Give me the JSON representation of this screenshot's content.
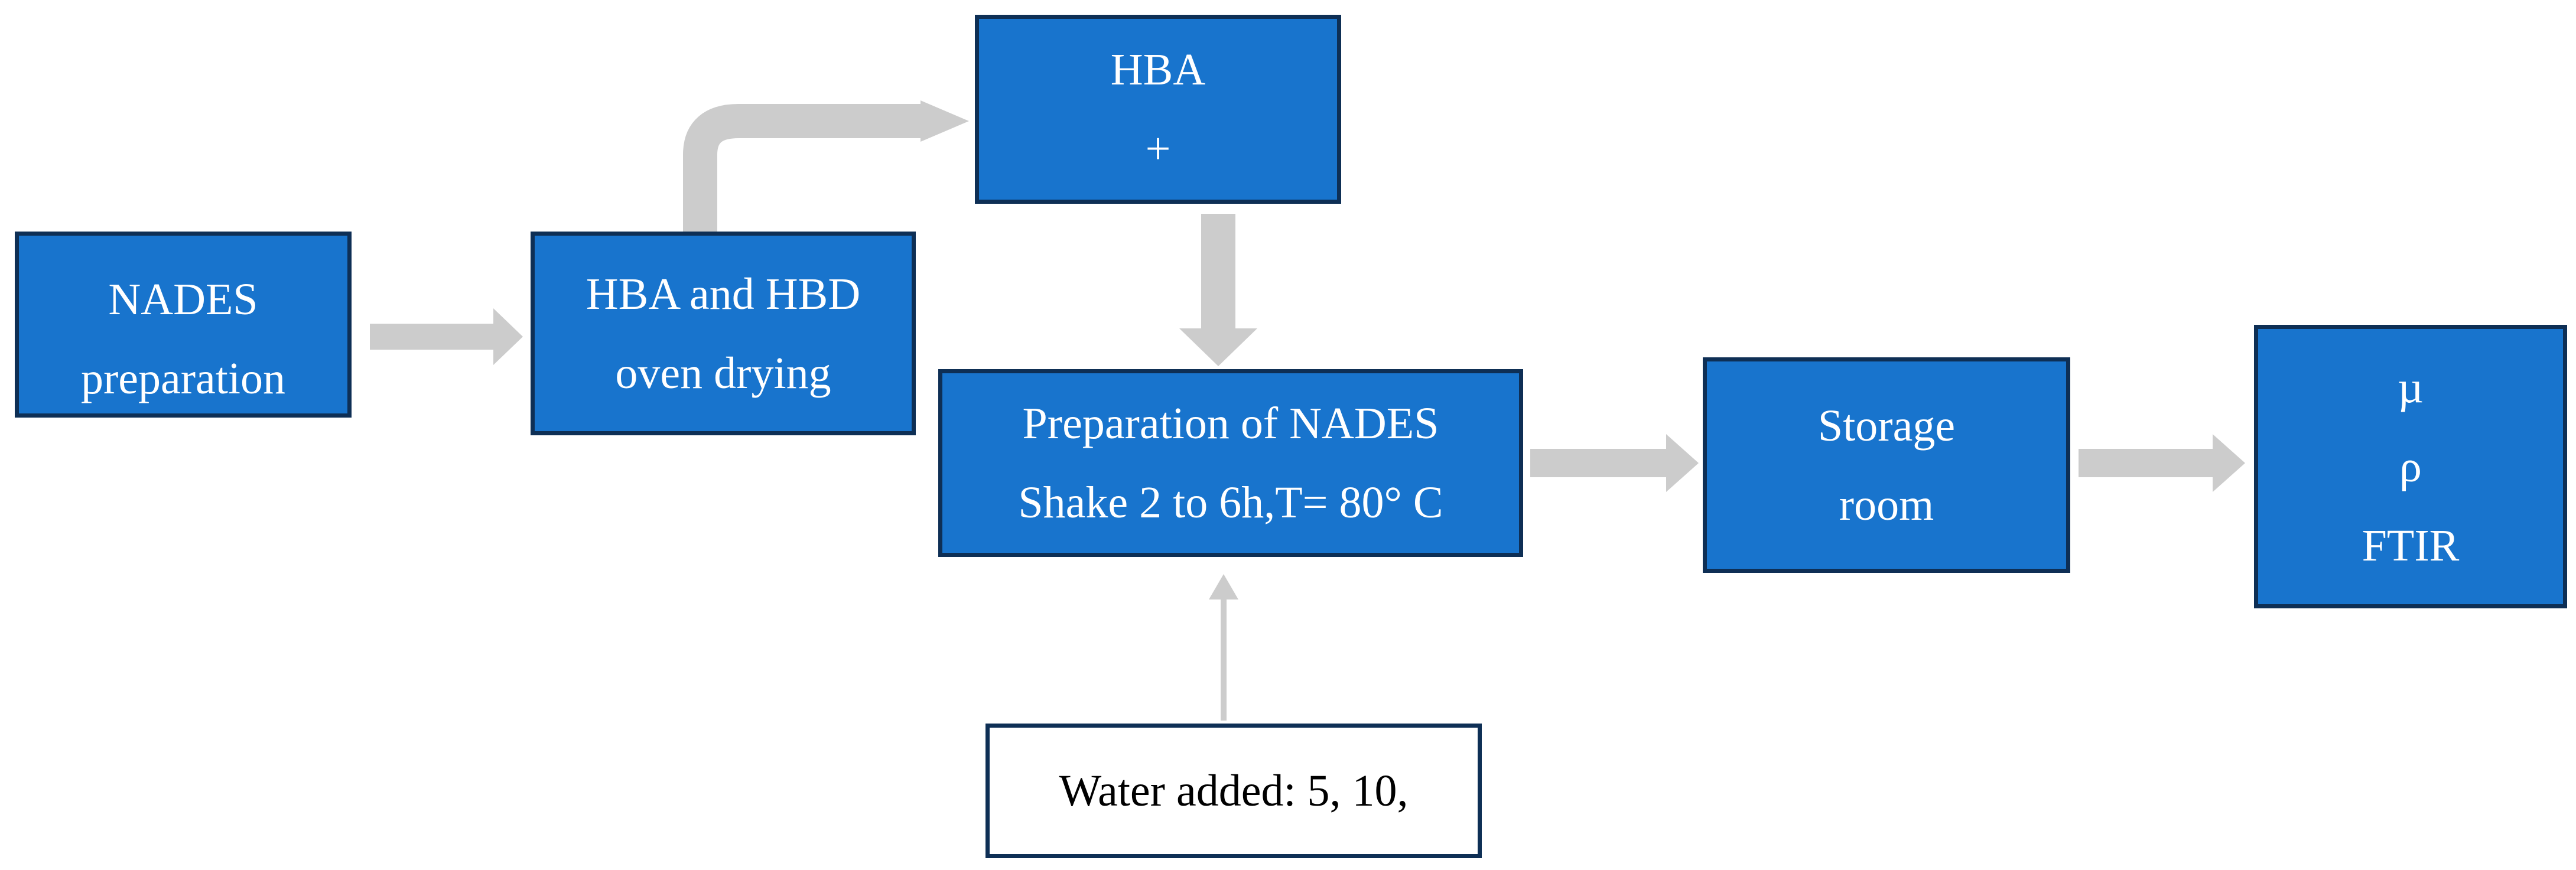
{
  "diagram": {
    "nodes": {
      "nades_prep": {
        "lines": [
          "NADES",
          "preparation"
        ]
      },
      "oven_drying": {
        "lines": [
          "HBA and HBD",
          "oven drying"
        ]
      },
      "hba_plus": {
        "lines": [
          "HBA",
          "+"
        ]
      },
      "prep_nades": {
        "lines": [
          "Preparation of NADES",
          "Shake 2 to 6h,T= 80° C"
        ]
      },
      "storage": {
        "lines": [
          "Storage",
          "room"
        ]
      },
      "measurements": {
        "lines": [
          "µ",
          "ρ",
          "FTIR"
        ]
      },
      "water": {
        "lines": [
          "Water added: 5, 10,"
        ]
      }
    },
    "colors": {
      "box_fill": "#1874cd",
      "box_border": "#0e2f55",
      "arrow": "#cccccc",
      "box_text": "#ffffff"
    }
  }
}
